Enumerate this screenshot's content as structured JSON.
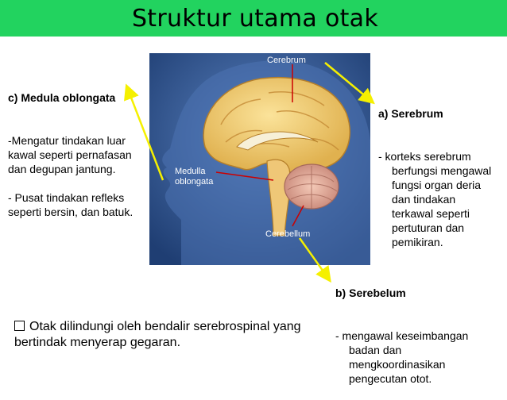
{
  "title": "Struktur utama otak",
  "diagram_labels": {
    "cerebrum": "Cerebrum",
    "medulla_line1": "Medulla",
    "medulla_line2": "oblongata",
    "cerebellum": "Cerebellum"
  },
  "medula": {
    "heading": "c) Medula oblongata",
    "p1": "-Mengatur tindakan luar kawal seperti pernafasan dan degupan jantung.",
    "p2": "- Pusat tindakan refleks seperti bersin, dan batuk."
  },
  "serebrum": {
    "heading": "a) Serebrum",
    "body": "- korteks serebrum berfungsi mengawal fungsi organ deria dan tindakan terkawal seperti pertuturan dan pemikiran."
  },
  "serebelum": {
    "heading": "b) Serebelum",
    "body": "- mengawal keseimbangan badan dan mengkoordinasikan pengecutan otot."
  },
  "note": "Otak dilindungi oleh bendalir serebrospinal yang bertindak menyerap gegaran.",
  "colors": {
    "title_bg": "#22d35f",
    "brain_bg": "#2a4f8c",
    "arrow": "#f5f000",
    "pointer": "#cc0000"
  }
}
